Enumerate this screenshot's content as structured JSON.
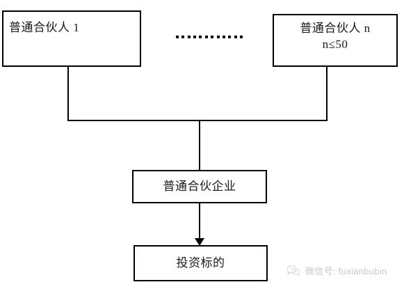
{
  "diagram": {
    "nodes": {
      "partner_1": {
        "text": "普通合伙人 1"
      },
      "partner_n": {
        "line1": "普通合伙人 n",
        "line2": "n≤50"
      },
      "partnership": {
        "text": "普通合伙企业"
      },
      "investment_target": {
        "text": "投资标的"
      }
    },
    "ellipsis": {
      "dot_count": 12
    },
    "colors": {
      "stroke": "#000000",
      "text": "#1a1a1a",
      "background": "#ffffff",
      "watermark": "#c9c9c9"
    }
  },
  "watermark": {
    "icon": "wechat-icon",
    "text": "微信号: fuxianbubin"
  }
}
